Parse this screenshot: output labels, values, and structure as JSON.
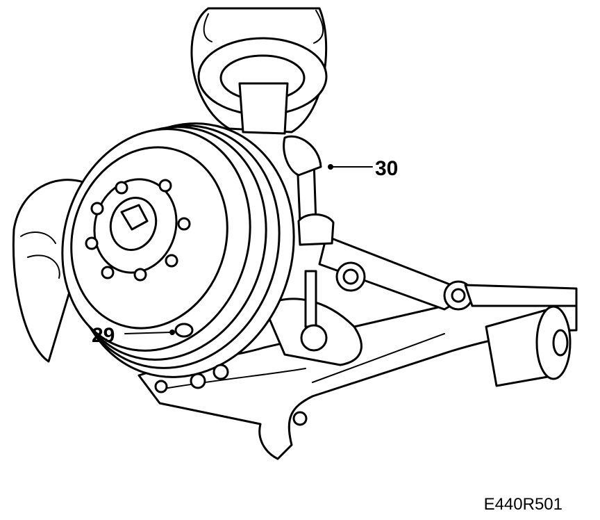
{
  "callouts": [
    {
      "id": "29",
      "part": "brake-disc-bolt"
    },
    {
      "id": "30",
      "part": "stabilizer-link-nut"
    }
  ],
  "figure_id": "E440R501",
  "colors": {
    "ink": "#000000",
    "paper": "#ffffff"
  }
}
